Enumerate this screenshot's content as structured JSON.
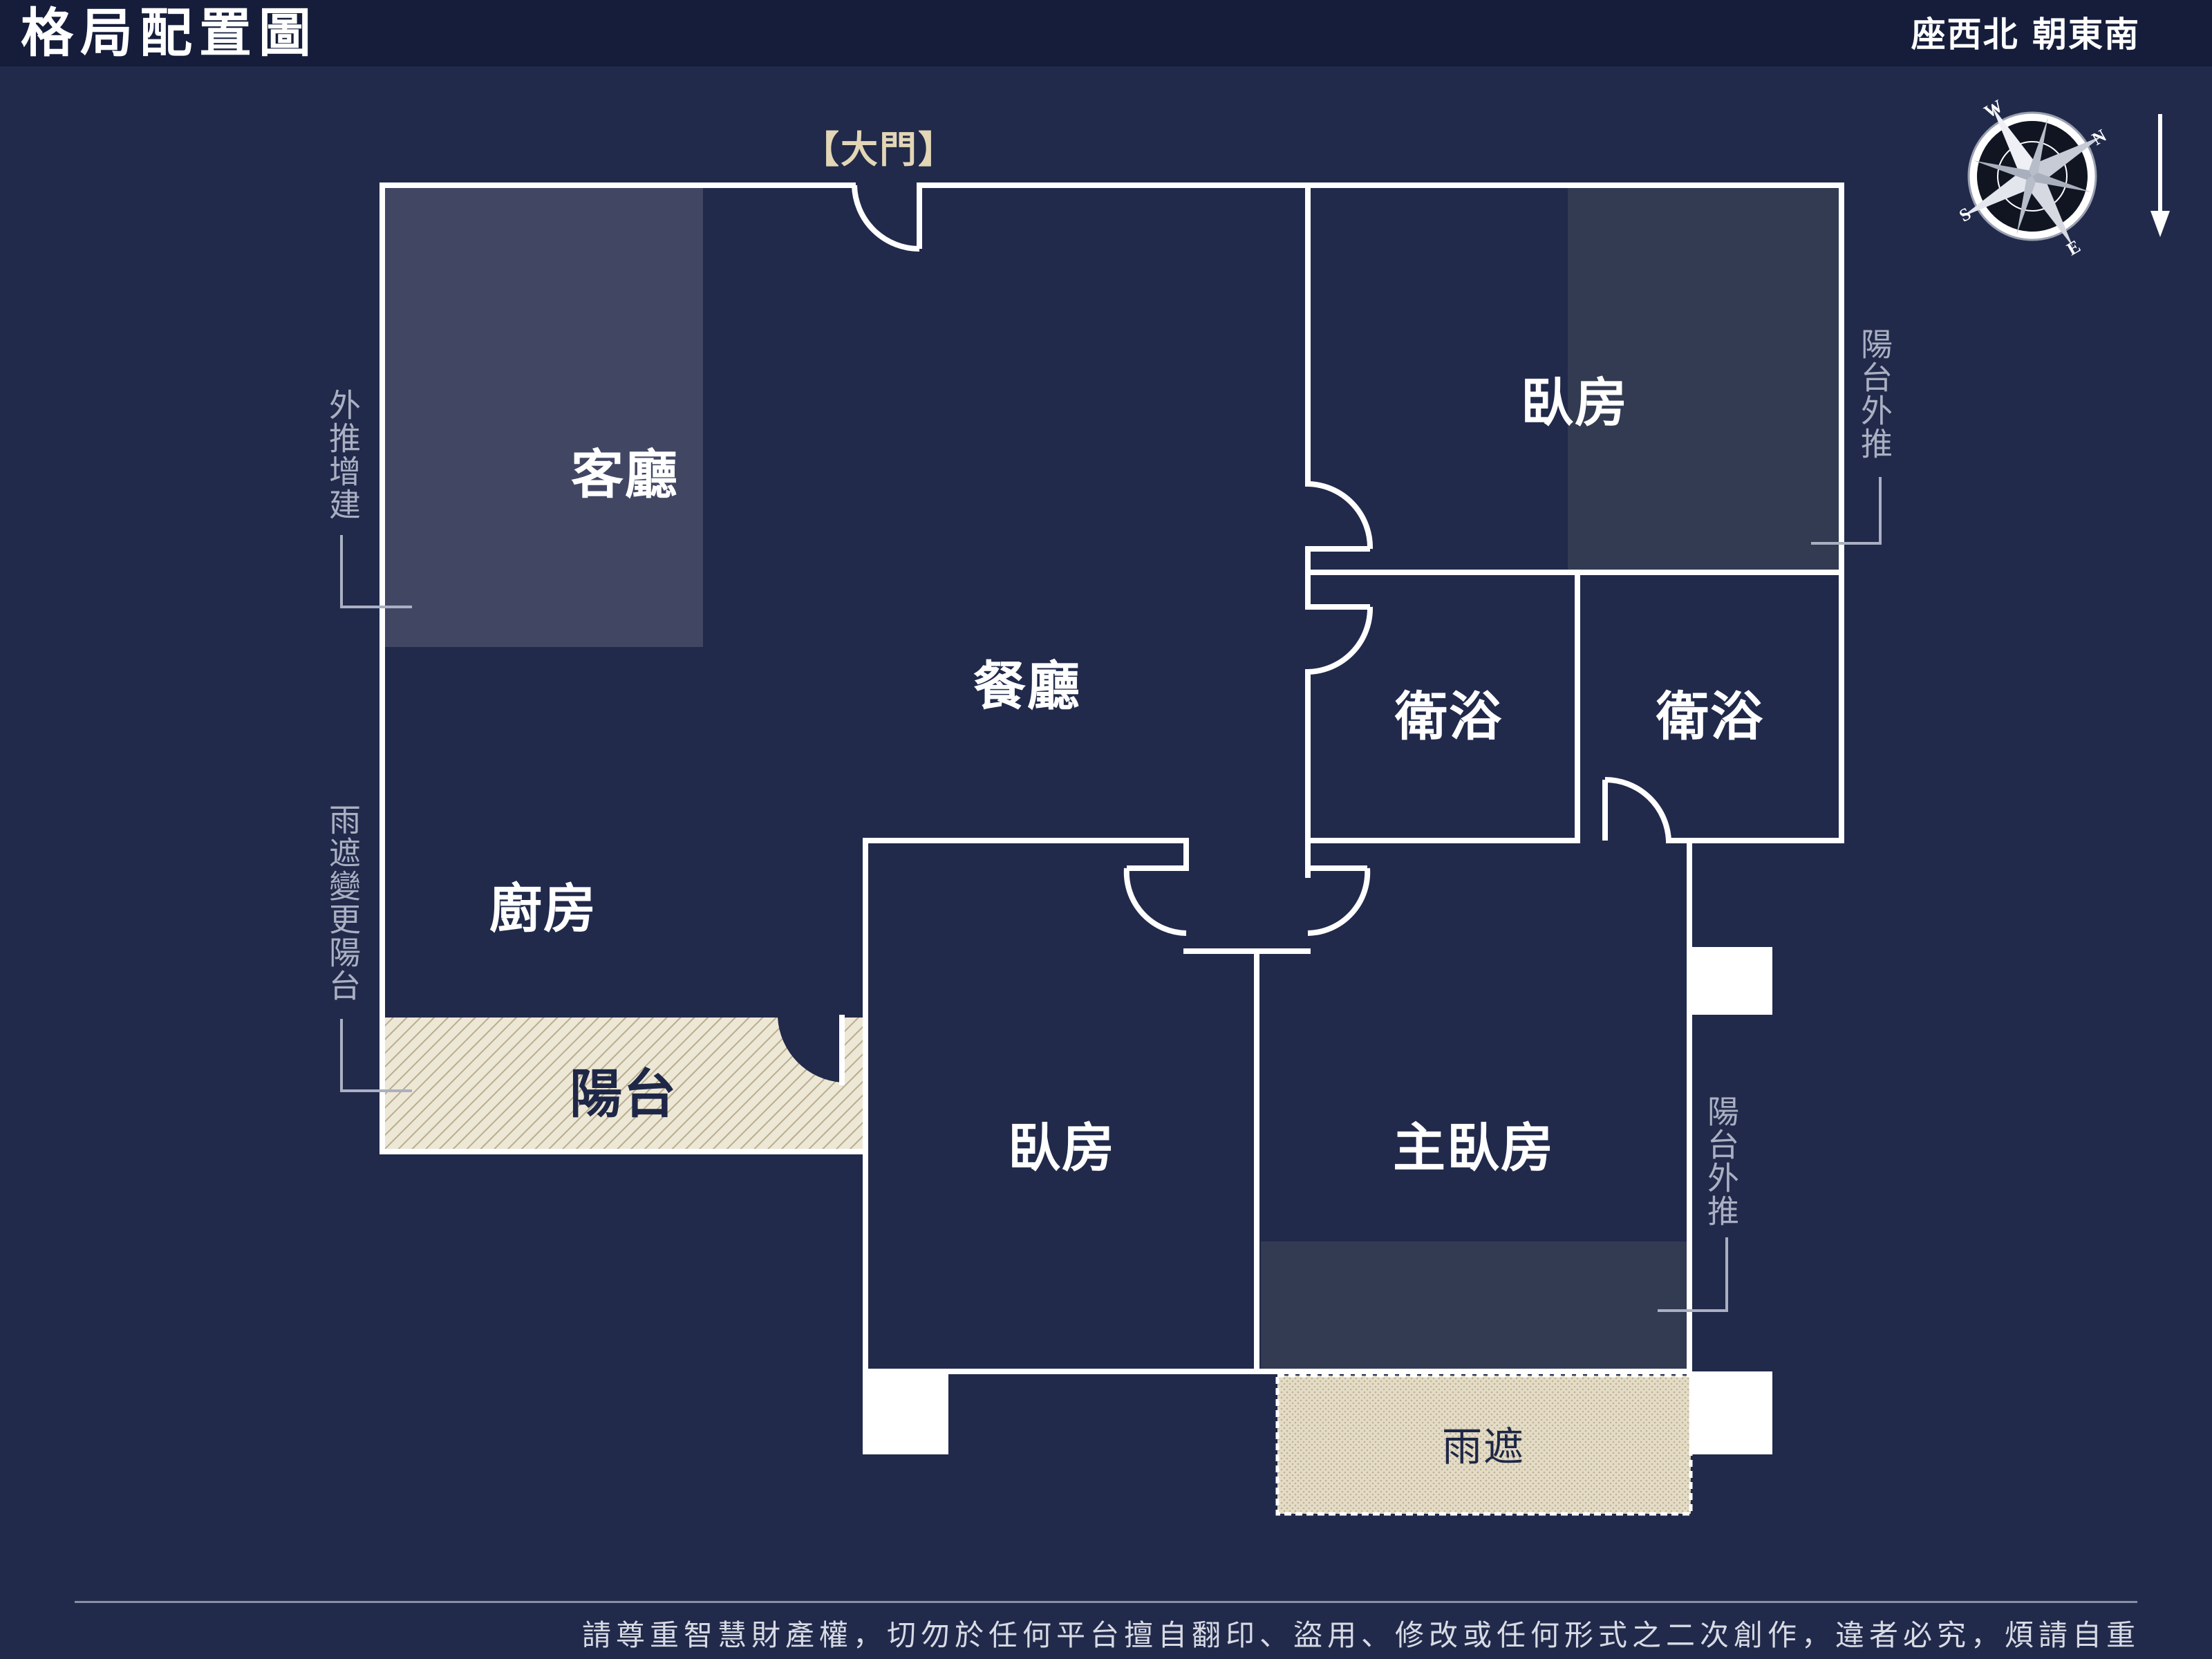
{
  "header": {
    "title": "格局配置圖",
    "orientation": "座西北 朝東南"
  },
  "entrance_label": "【大門】",
  "rooms": {
    "living_room": "客廳",
    "dining_room": "餐廳",
    "kitchen": "廚房",
    "balcony": "陽台",
    "bedroom_top": "臥房",
    "bathroom_left": "衛浴",
    "bathroom_right": "衛浴",
    "bedroom_bottom": "臥房",
    "master_bedroom": "主臥房",
    "canopy": "雨遮"
  },
  "annotations": {
    "outward_extension": "外推增建",
    "canopy_converted_balcony": "雨遮變更陽台",
    "balcony_extension_top": "陽台外推",
    "balcony_extension_right": "陽台外推"
  },
  "compass": {
    "letters": [
      "W",
      "N",
      "E",
      "S"
    ]
  },
  "footer": {
    "disclaimer": "請尊重智慧財產權，切勿於任何平台擅自翻印、盜用、修改或任何形式之二次創作，違者必究，煩請自重"
  },
  "colors": {
    "background": "#212a4b",
    "header_bar": "#151d3b",
    "walls": "#ffffff",
    "extension_area": "#414763",
    "extension_area_dark": "#323b52",
    "balcony_fill": "#e8e2cf",
    "door_label": "#e2d6b6"
  }
}
